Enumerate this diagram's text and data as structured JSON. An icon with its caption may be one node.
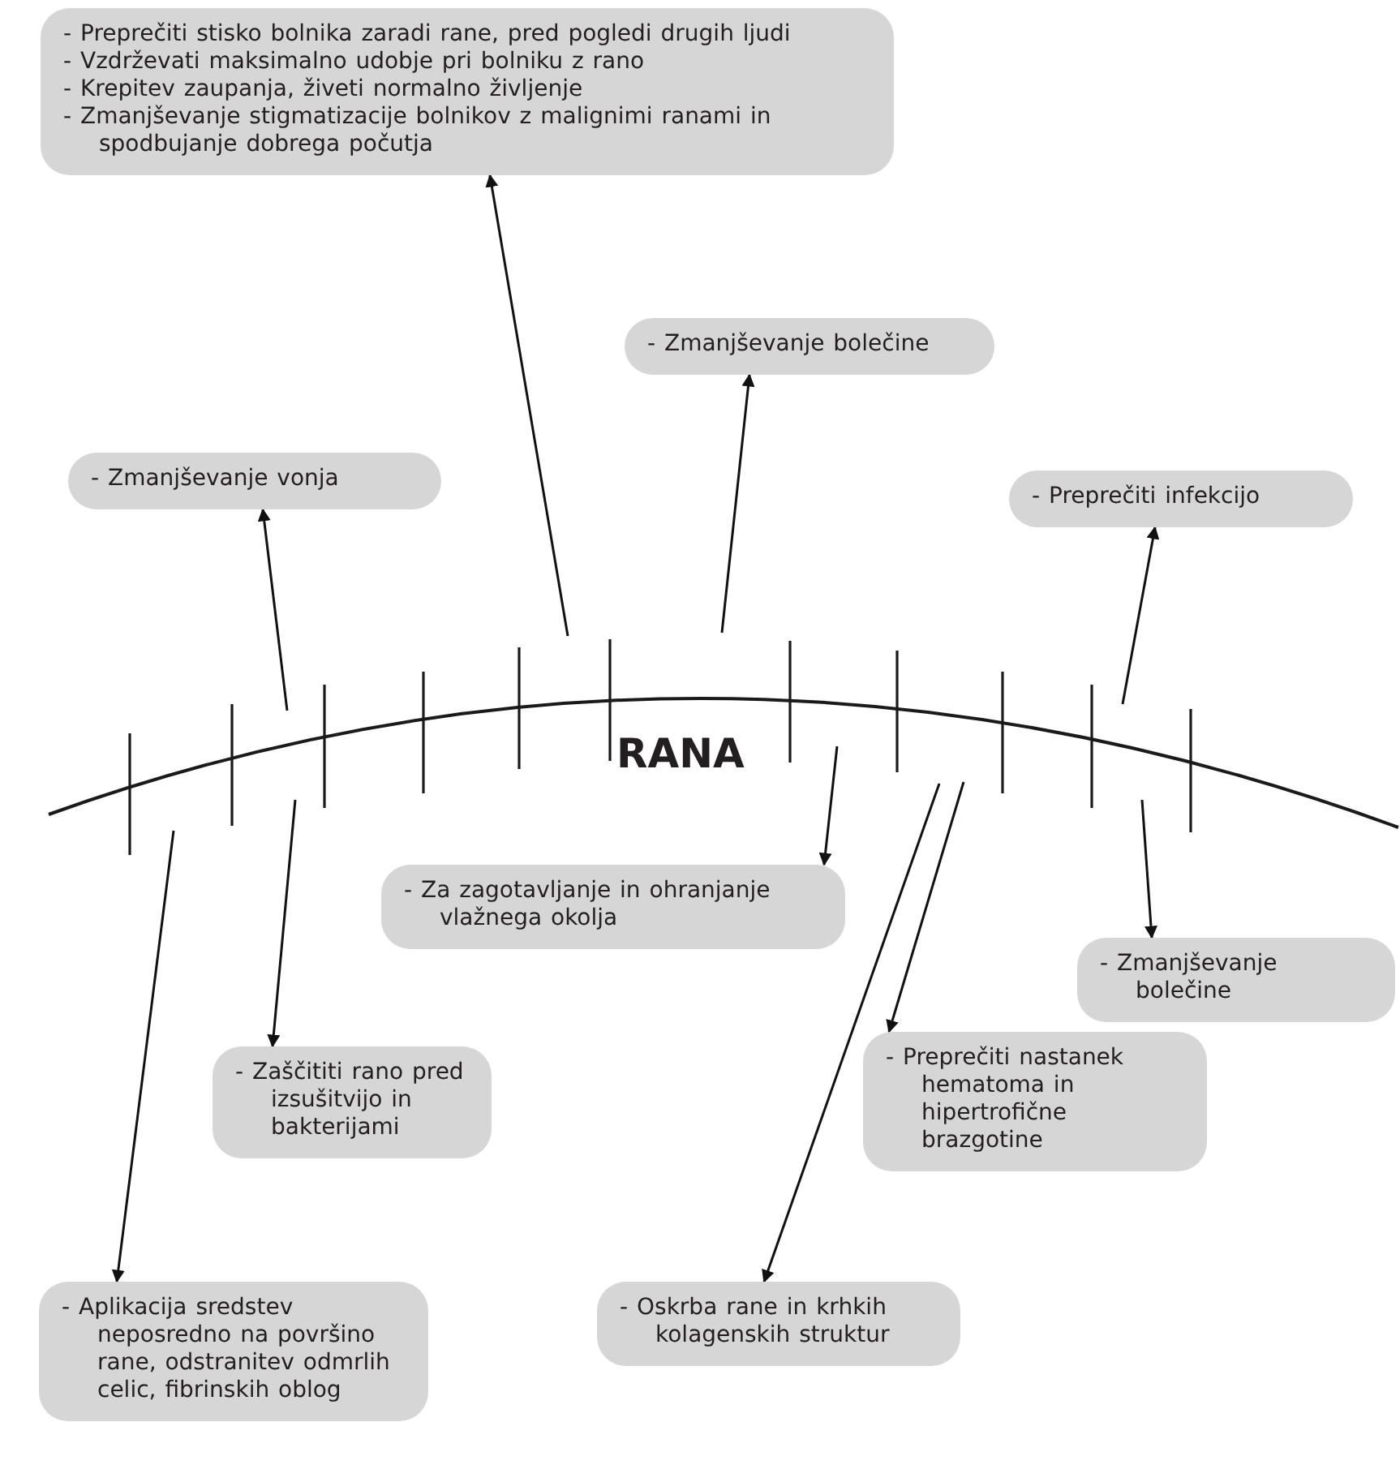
{
  "diagram": {
    "nodes": [
      {
        "text": [
          "- Preprečiti stisko bolnika zaradi rane, pred pogledi drugih ljudi",
          "- Vzdrževati maksimalno udobje pri bolniku z rano",
          "- Krepitev zaupanja, živeti normalno življenje",
          "- Zmanjševanje stigmatizacije bolnikov z malignimi ranami in spodbujanje dobrega počutja"
        ]
      },
      {
        "text": [
          "- Zmanjševanje bolečine"
        ]
      },
      {
        "text": [
          "- Zmanjševanje vonja"
        ]
      },
      {
        "text": [
          "- Preprečiti infekcijo"
        ]
      },
      {
        "text": [
          "- Za zagotavljanje in ohranjanje vlažnega okolja"
        ]
      },
      {
        "text": [
          "- Zmanjševanje bolečine"
        ]
      },
      {
        "text": [
          "- Zaščititi rano pred izsušitvijo in bakterijami"
        ]
      },
      {
        "text": [
          "- Preprečiti nastanek hematoma in hipertrofične brazgotine"
        ]
      },
      {
        "text": [
          "- Oskrba rane in krhkih kolagenskih struktur"
        ]
      },
      {
        "text": [
          "- Aplikacija sredstev neposredno na površino rane, odstranitev odmrlih celic, fibrinskih oblog"
        ]
      }
    ],
    "edges": [
      {
        "from": null,
        "to": 0,
        "arrow": "to"
      },
      {
        "from": null,
        "to": 1,
        "arrow": "to"
      },
      {
        "from": null,
        "to": 2,
        "arrow": "to"
      },
      {
        "from": null,
        "to": 3,
        "arrow": "to"
      },
      {
        "from": null,
        "to": 4,
        "arrow": "to"
      },
      {
        "from": null,
        "to": 5,
        "arrow": "to"
      },
      {
        "from": null,
        "to": 6,
        "arrow": "to"
      },
      {
        "from": null,
        "to": 7,
        "arrow": "to"
      },
      {
        "from": null,
        "to": 8,
        "arrow": "to"
      },
      {
        "from": null,
        "to": 9,
        "arrow": "to"
      }
    ],
    "labels": [
      "RANA"
    ]
  }
}
